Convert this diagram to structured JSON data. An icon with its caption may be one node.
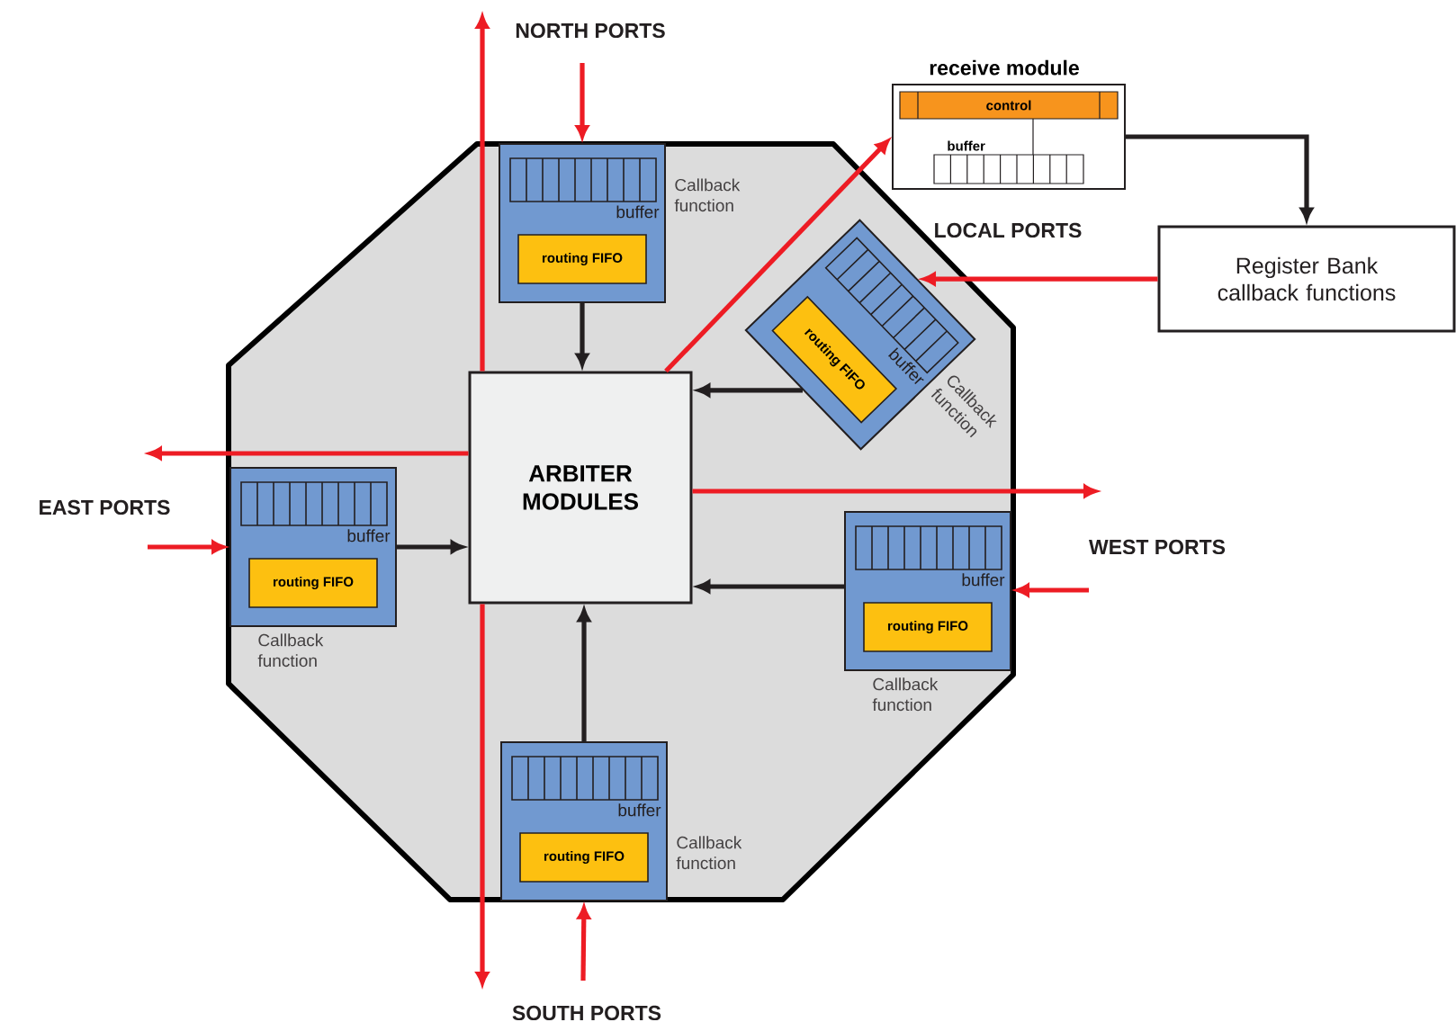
{
  "diagram": {
    "nodes": [
      {
        "text": [],
        "shape": "octagon"
      },
      {
        "text": [
          "ARBITER MODULES"
        ],
        "in": 0
      },
      {
        "text": [
          "buffer"
        ],
        "beside": [
          "Callback function"
        ],
        "in": 0
      },
      {
        "text": [
          "routing FIFO"
        ],
        "in": 2
      },
      {
        "text": [
          "buffer"
        ],
        "beside": [
          "Callback function"
        ],
        "in": 0
      },
      {
        "text": [
          "routing FIFO"
        ],
        "in": 4
      },
      {
        "text": [
          "buffer"
        ],
        "beside": [
          "Callback function"
        ],
        "in": 0
      },
      {
        "text": [
          "routing FIFO"
        ],
        "in": 6
      },
      {
        "text": [
          "buffer"
        ],
        "beside": [
          "Callback function"
        ],
        "in": 0
      },
      {
        "text": [
          "routing FIFO"
        ],
        "in": 8
      },
      {
        "text": [
          "buffer"
        ],
        "beside": [
          "Callback function"
        ],
        "in": 0
      },
      {
        "text": [
          "routing FIFO"
        ],
        "in": 10
      },
      {
        "text": [
          "receive module",
          "buffer"
        ]
      },
      {
        "text": [
          "control"
        ],
        "in": 12
      },
      {
        "text": [
          "Register Bank callback functions"
        ]
      }
    ],
    "edges": [
      {
        "from": null,
        "to": 2,
        "arrow": "to"
      },
      {
        "from": 2,
        "to": 1,
        "arrow": "to",
        "color": "#231f20"
      },
      {
        "from": 1,
        "to": null,
        "arrow": "to"
      },
      {
        "from": 1,
        "to": 12,
        "arrow": "to"
      },
      {
        "from": 14,
        "to": 4,
        "arrow": "to"
      },
      {
        "from": 4,
        "to": 1,
        "arrow": "to",
        "color": "#231f20"
      },
      {
        "from": 12,
        "to": 14,
        "arrow": "to",
        "color": "#231f20"
      },
      {
        "from": 1,
        "to": null,
        "arrow": "to"
      },
      {
        "from": null,
        "to": 6,
        "arrow": "to"
      },
      {
        "from": 6,
        "to": 1,
        "arrow": "to",
        "color": "#231f20"
      },
      {
        "from": 1,
        "to": null,
        "arrow": "to"
      },
      {
        "from": null,
        "to": 8,
        "arrow": "to"
      },
      {
        "from": 8,
        "to": 1,
        "arrow": "to",
        "color": "#231f20"
      },
      {
        "from": 1,
        "to": null,
        "arrow": "to"
      },
      {
        "from": null,
        "to": 10,
        "arrow": "to"
      },
      {
        "from": 10,
        "to": 1,
        "arrow": "to",
        "color": "#231f20"
      }
    ],
    "labels": [
      "NORTH PORTS",
      "LOCAL PORTS",
      "EAST PORTS",
      "WEST PORTS",
      "SOUTH PORTS"
    ]
  }
}
